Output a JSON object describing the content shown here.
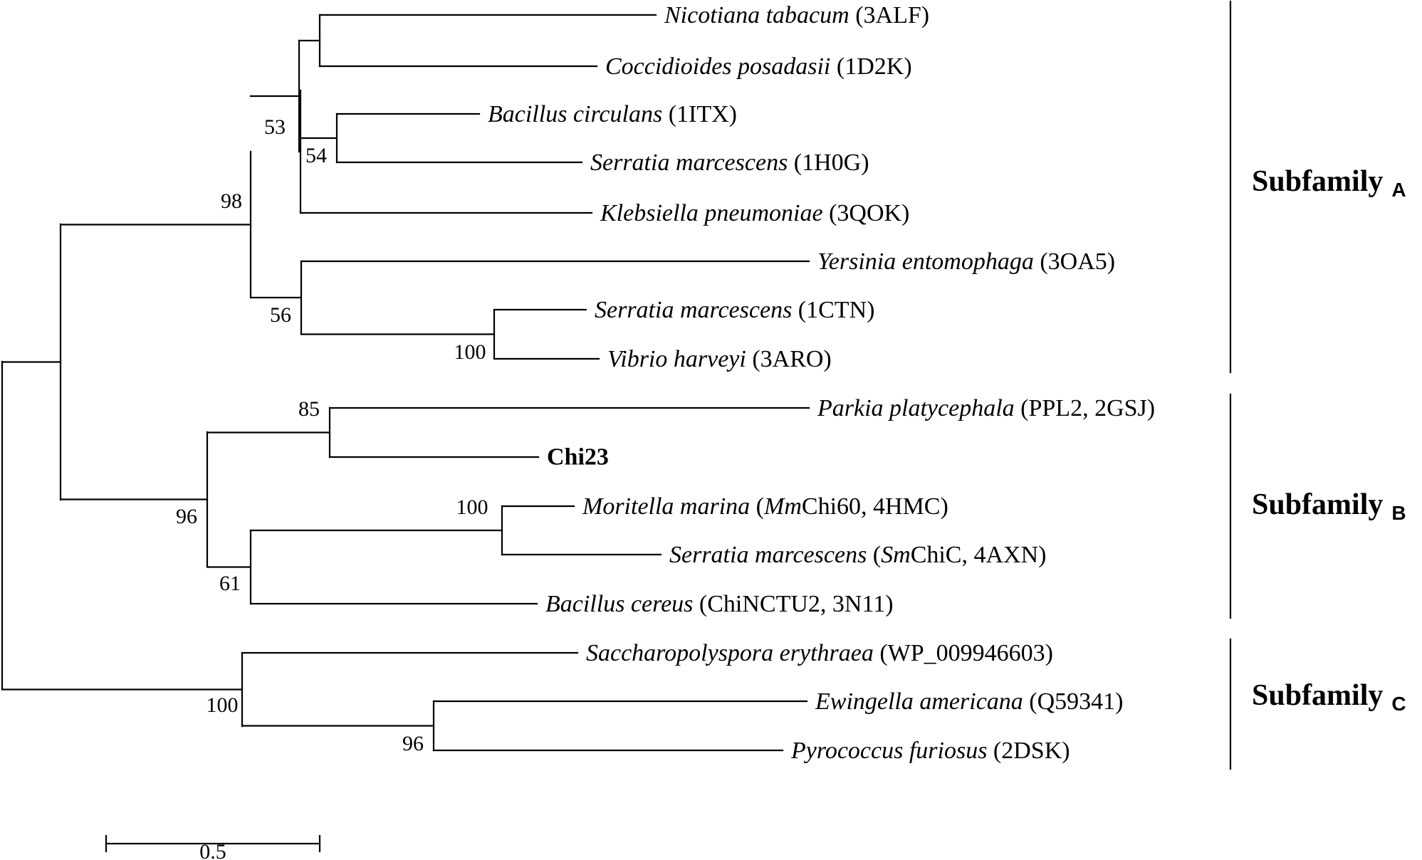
{
  "leaves": [
    {
      "species": "Nicotiana tabacum",
      "id": " (3ALF)"
    },
    {
      "species": "Coccidioides posadasii",
      "id": " (1D2K)"
    },
    {
      "species": "Bacillus circulans",
      "id": " (1ITX)"
    },
    {
      "species": "Serratia marcescens",
      "id": " (1H0G)"
    },
    {
      "species": "Klebsiella pneumoniae",
      "id": " (3QOK)"
    },
    {
      "species": "Yersinia entomophaga",
      "id": " (3OA5)"
    },
    {
      "species": "Serratia marcescens",
      "id": " (1CTN)"
    },
    {
      "species": "Vibrio harveyi",
      "id": " (3ARO)"
    },
    {
      "species": "Parkia platycephala",
      "id": " (PPL2, 2GSJ)"
    },
    {
      "label": "Chi23"
    },
    {
      "species": "Moritella marina",
      "pre": " (",
      "italic": "Mm",
      "post": "Chi60, 4HMC)"
    },
    {
      "species": "Serratia marcescens",
      "pre": " (",
      "italic": "Sm",
      "post": "ChiC, 4AXN)"
    },
    {
      "species": "Bacillus cereus",
      "id": " (ChiNCTU2, 3N11)"
    },
    {
      "species": "Saccharopolyspora erythraea",
      "id": " (WP_009946603)"
    },
    {
      "species": "Ewingella americana",
      "id": " (Q59341)"
    },
    {
      "species": "Pyrococcus furiosus",
      "id": " (2DSK)"
    }
  ],
  "support_values": [
    "53",
    "54",
    "98",
    "56",
    "100",
    "85",
    "96",
    "100",
    "61",
    "100",
    "96"
  ],
  "subfamilies": [
    {
      "name": "Subfamily",
      "letter": "A"
    },
    {
      "name": "Subfamily",
      "letter": "B"
    },
    {
      "name": "Subfamily",
      "letter": "C"
    }
  ],
  "scale_bar": {
    "label": "0.5"
  }
}
